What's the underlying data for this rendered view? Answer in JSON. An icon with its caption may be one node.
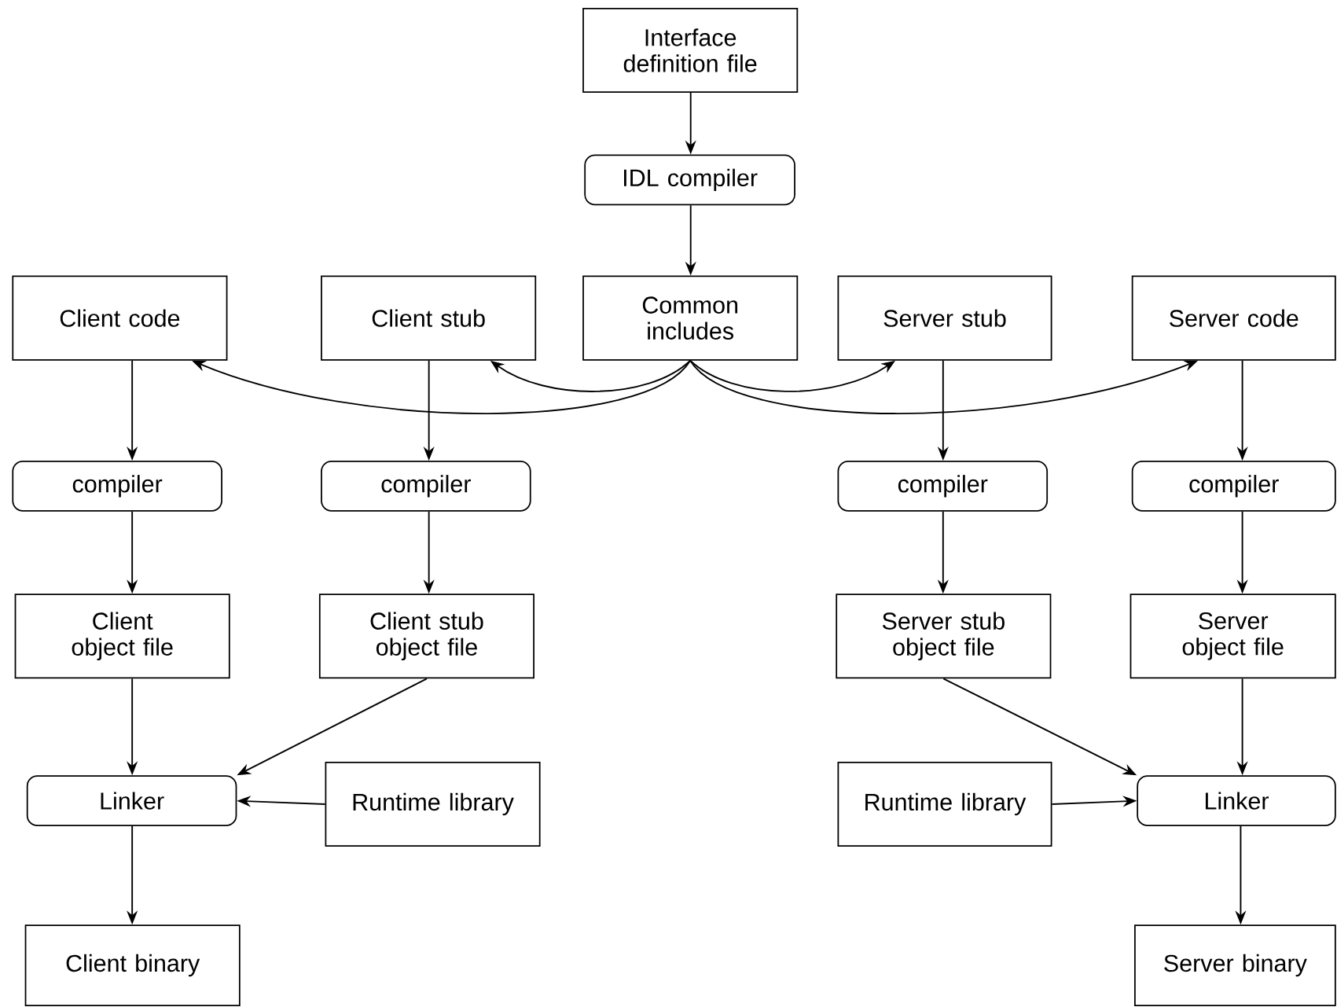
{
  "diagram": {
    "nodes": [
      {
        "text": [
          "Interface definition file"
        ]
      },
      {
        "text": [
          "IDL compiler"
        ]
      },
      {
        "text": [
          "Client code"
        ]
      },
      {
        "text": [
          "Client stub"
        ]
      },
      {
        "text": [
          "Common includes"
        ]
      },
      {
        "text": [
          "Server stub"
        ]
      },
      {
        "text": [
          "Server code"
        ]
      },
      {
        "text": [
          "compiler"
        ]
      },
      {
        "text": [
          "compiler"
        ]
      },
      {
        "text": [
          "compiler"
        ]
      },
      {
        "text": [
          "compiler"
        ]
      },
      {
        "text": [
          "Client object file"
        ]
      },
      {
        "text": [
          "Client stub object file"
        ]
      },
      {
        "text": [
          "Server stub object file"
        ]
      },
      {
        "text": [
          "Server object file"
        ]
      },
      {
        "text": [
          "Linker"
        ]
      },
      {
        "text": [
          "Runtime library"
        ]
      },
      {
        "text": [
          "Runtime library"
        ]
      },
      {
        "text": [
          "Linker"
        ]
      },
      {
        "text": [
          "Client binary"
        ]
      },
      {
        "text": [
          "Server binary"
        ]
      }
    ],
    "edges": [
      {
        "from": 0,
        "to": 1,
        "arrow": "to"
      },
      {
        "from": 1,
        "to": 4,
        "arrow": "to"
      },
      {
        "from": 4,
        "to": 2,
        "arrow": "to"
      },
      {
        "from": 4,
        "to": 3,
        "arrow": "to"
      },
      {
        "from": 4,
        "to": 5,
        "arrow": "to"
      },
      {
        "from": 4,
        "to": 6,
        "arrow": "to"
      },
      {
        "from": 2,
        "to": 7,
        "arrow": "to"
      },
      {
        "from": 3,
        "to": 8,
        "arrow": "to"
      },
      {
        "from": 5,
        "to": 9,
        "arrow": "to"
      },
      {
        "from": 6,
        "to": 10,
        "arrow": "to"
      },
      {
        "from": 7,
        "to": 11,
        "arrow": "to"
      },
      {
        "from": 8,
        "to": 12,
        "arrow": "to"
      },
      {
        "from": 9,
        "to": 13,
        "arrow": "to"
      },
      {
        "from": 10,
        "to": 14,
        "arrow": "to"
      },
      {
        "from": 11,
        "to": 15,
        "arrow": "to"
      },
      {
        "from": 12,
        "to": 15,
        "arrow": "to"
      },
      {
        "from": 16,
        "to": 15,
        "arrow": "to"
      },
      {
        "from": 13,
        "to": 18,
        "arrow": "to"
      },
      {
        "from": 17,
        "to": 18,
        "arrow": "to"
      },
      {
        "from": 14,
        "to": 18,
        "arrow": "to"
      },
      {
        "from": 15,
        "to": 19,
        "arrow": "to"
      },
      {
        "from": 18,
        "to": 20,
        "arrow": "to"
      }
    ]
  }
}
